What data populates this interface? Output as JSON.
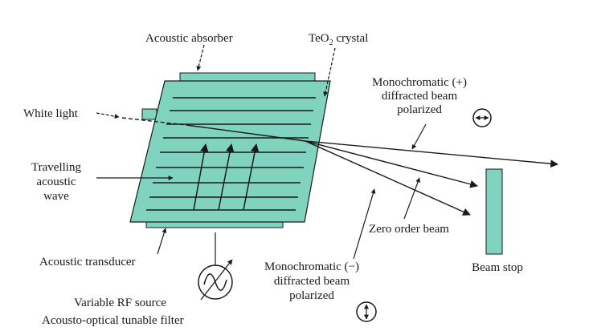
{
  "labels": {
    "acoustic_absorber": "Acoustic absorber",
    "crystal_main": "TeO",
    "crystal_sub": "2",
    "crystal_tail": " crystal",
    "mono_plus_1": "Monochromatic (+)",
    "mono_plus_2": "diffracted beam",
    "mono_plus_3": "polarized",
    "white_light": "White light",
    "travelling_1": "Travelling",
    "travelling_2": "acoustic",
    "travelling_3": "wave",
    "zero_order": "Zero order beam",
    "beam_stop": "Beam stop",
    "acoustic_transducer": "Acoustic transducer",
    "mono_minus_1": "Monochromatic (−)",
    "mono_minus_2": "diffracted beam",
    "mono_minus_3": "polarized",
    "rf_source": "Variable RF source",
    "aotf": "Acousto-optical tunable filter"
  },
  "colors": {
    "crystal": "#7fd3bf",
    "line": "#1a1a1a"
  }
}
